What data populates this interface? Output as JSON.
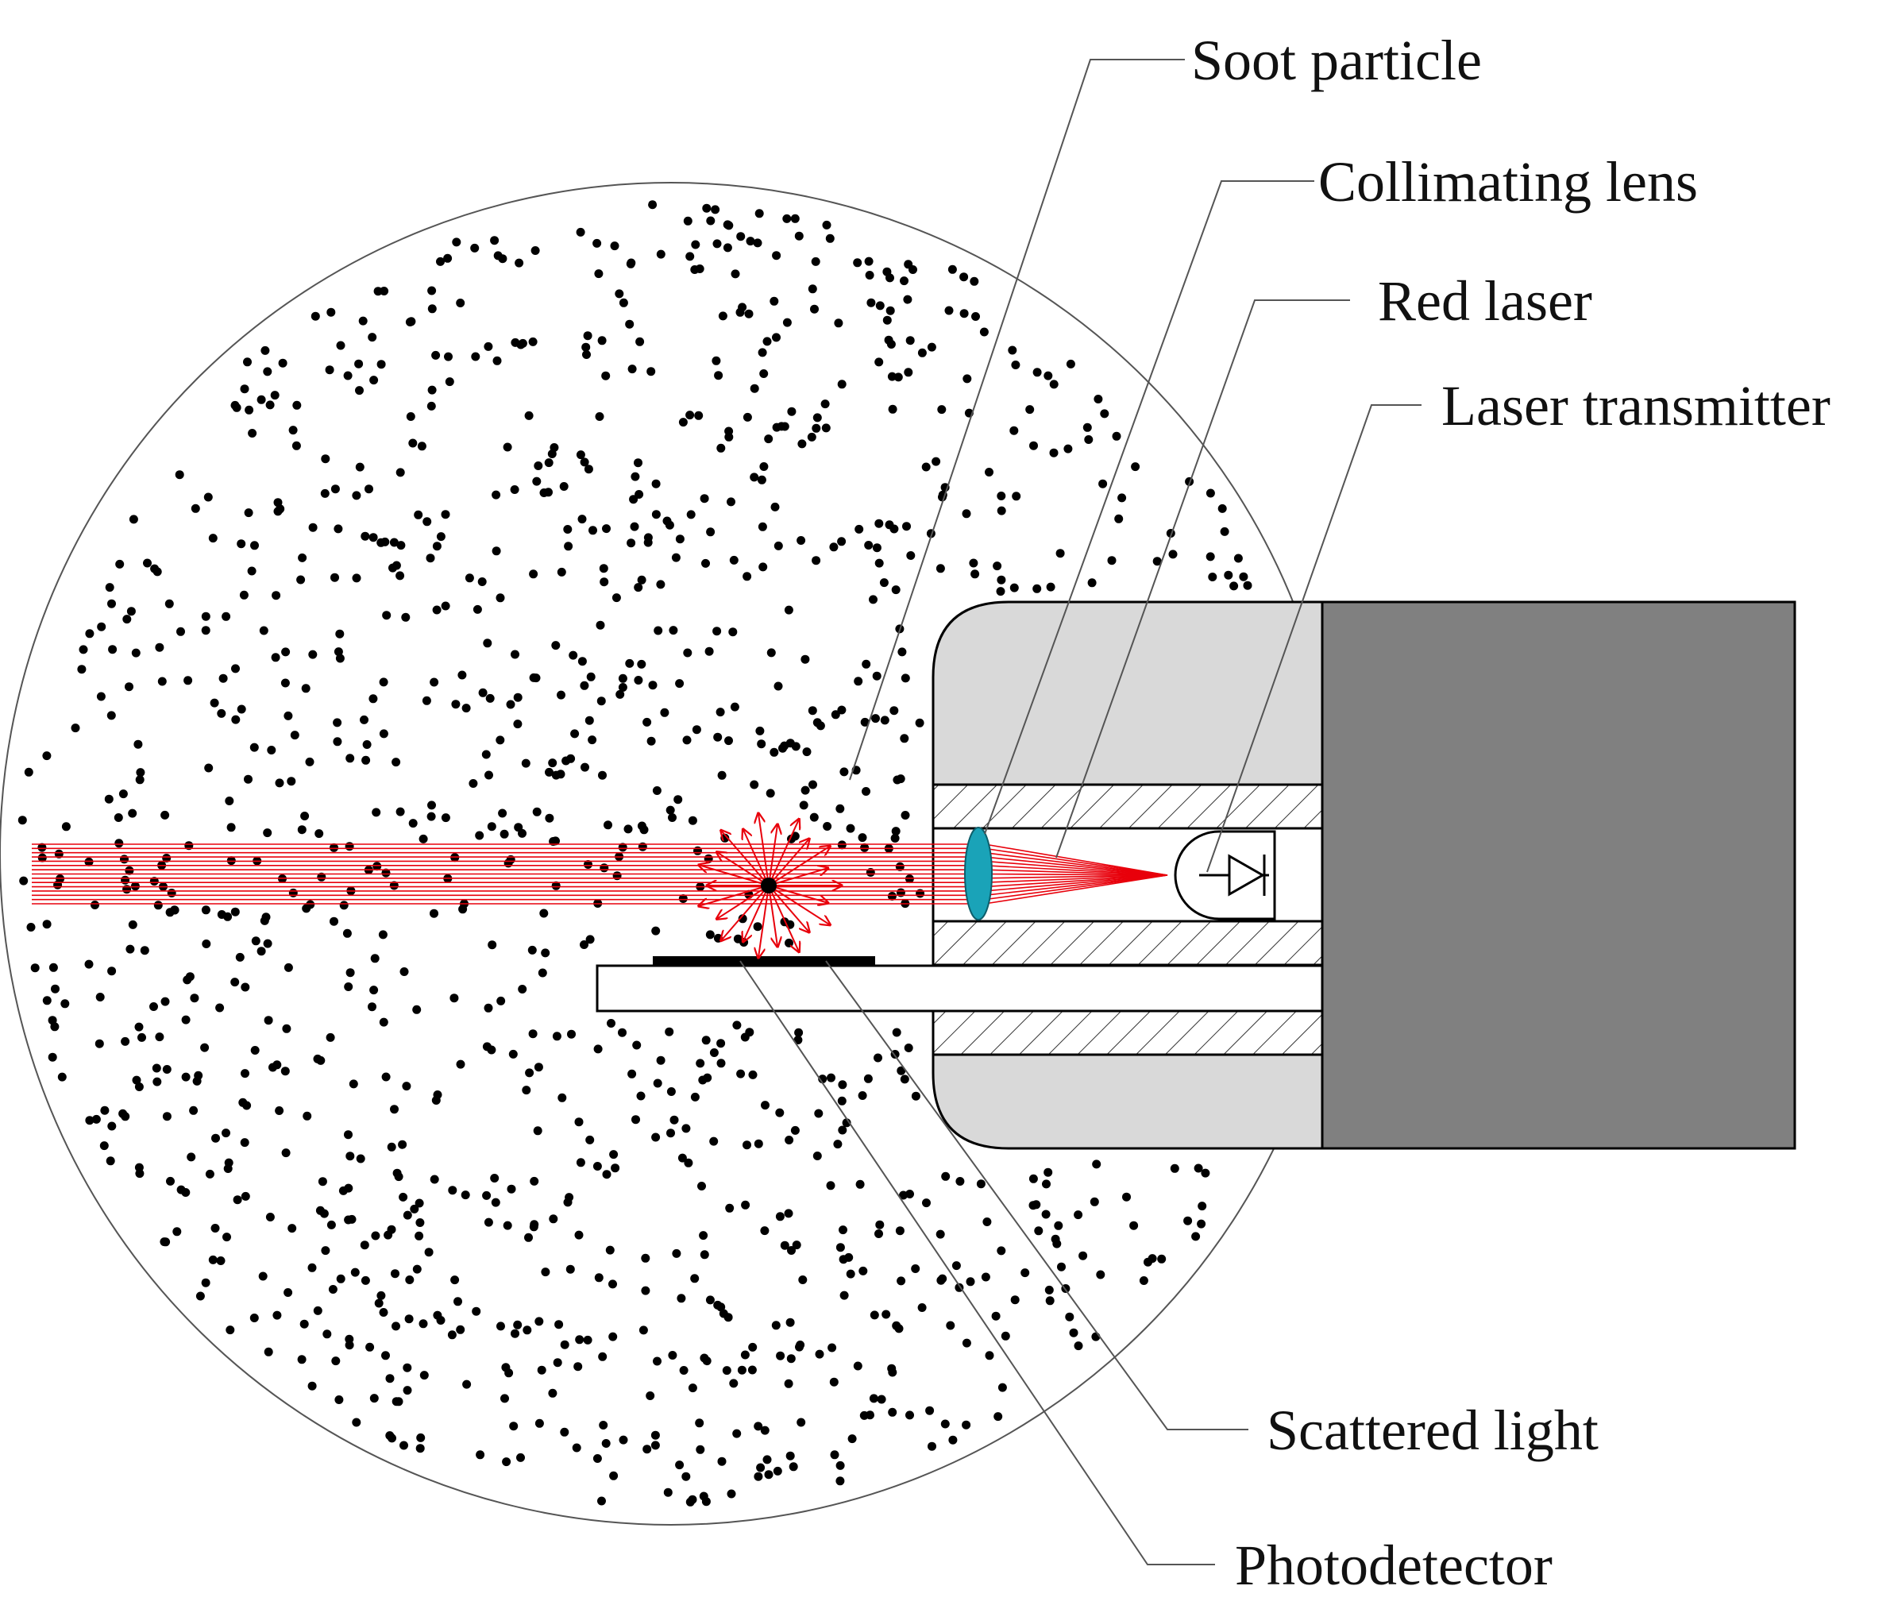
{
  "labels": {
    "soot_particle": "Soot particle",
    "collimating_lens": "Collimating lens",
    "red_laser": "Red laser",
    "laser_transmitter": "Laser transmitter",
    "scattered_light": "Scattered light",
    "photodetector": "Photodetector"
  },
  "colors": {
    "laser_red": "#e8000b",
    "lens_cyan": "#1aa3b8",
    "housing_light": "#d9d9d9",
    "housing_dark": "#808080",
    "particle": "#000000",
    "leader_line": "#555555"
  }
}
